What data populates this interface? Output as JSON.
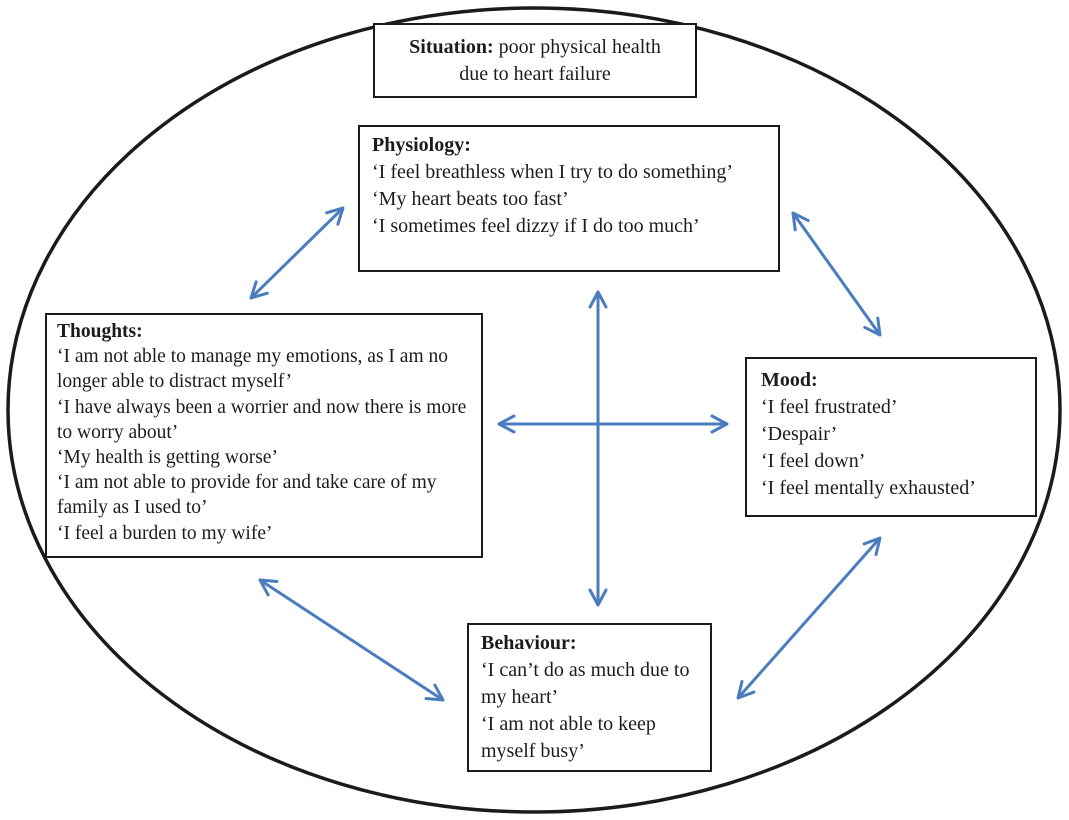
{
  "diagram": {
    "type": "cbt-five-areas-model",
    "colors": {
      "arrow": "#4a7cbe",
      "outline": "#1b1b1b",
      "background": "#ffffff"
    },
    "boxes": {
      "situation": {
        "title": "Situation:",
        "text": "poor physical health due to heart failure"
      },
      "physiology": {
        "title": "Physiology:",
        "lines": [
          "‘I feel breathless when I try to do something’",
          "‘My heart beats too fast’",
          "‘I sometimes feel dizzy if I do too much’"
        ]
      },
      "thoughts": {
        "title": "Thoughts:",
        "lines": [
          "‘I am not able to manage my emotions, as I am no longer able to distract myself’",
          "‘I have always been a worrier and now there is more to worry about’",
          "‘My health is getting worse’",
          "‘I am not able to provide for and take care of my family as I used to’",
          "‘I feel a burden to my wife’"
        ]
      },
      "mood": {
        "title": "Mood:",
        "lines": [
          "‘I feel frustrated’",
          "‘Despair’",
          "‘I feel down’",
          "‘I feel mentally exhausted’"
        ]
      },
      "behaviour": {
        "title": "Behaviour:",
        "lines": [
          "‘I can’t do as much due to my heart’",
          "‘I am not able to keep myself busy’"
        ]
      }
    },
    "connections": [
      {
        "from": "Thoughts",
        "to": "Physiology",
        "style": "double-headed"
      },
      {
        "from": "Physiology",
        "to": "Mood",
        "style": "double-headed"
      },
      {
        "from": "Thoughts",
        "to": "Mood",
        "style": "double-headed"
      },
      {
        "from": "Physiology",
        "to": "Behaviour",
        "style": "double-headed"
      },
      {
        "from": "Thoughts",
        "to": "Behaviour",
        "style": "double-headed"
      },
      {
        "from": "Mood",
        "to": "Behaviour",
        "style": "double-headed"
      }
    ]
  }
}
